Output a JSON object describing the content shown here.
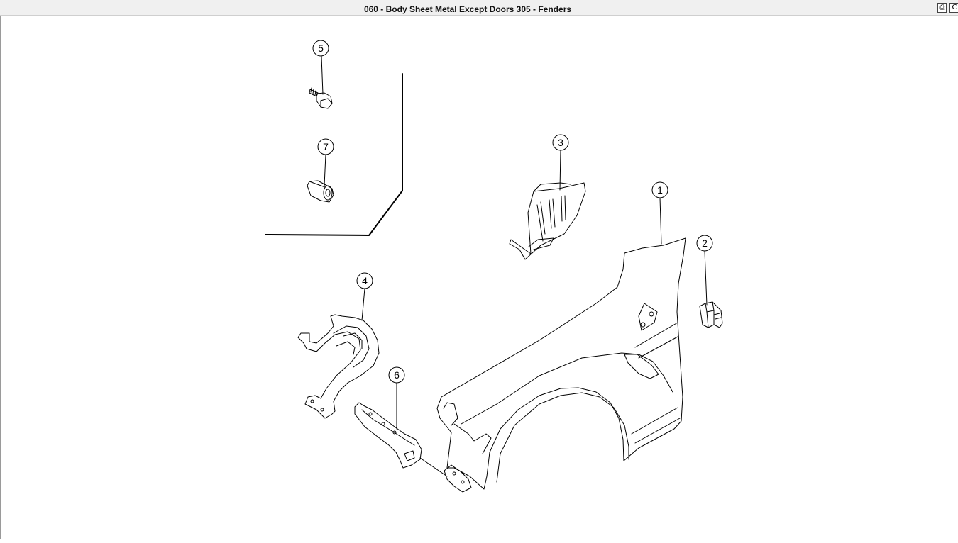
{
  "window": {
    "title": "060 - Body Sheet Metal Except Doors 305 - Fenders",
    "buttons": [
      {
        "name": "print-button",
        "icon": "printer-icon",
        "glyph": "⎙"
      },
      {
        "name": "close-button",
        "icon": "partial-button-icon",
        "glyph": "C"
      }
    ]
  },
  "diagram": {
    "callouts": [
      {
        "number": "1",
        "part": "fender"
      },
      {
        "number": "2",
        "part": "bracket"
      },
      {
        "number": "3",
        "part": "shield"
      },
      {
        "number": "4",
        "part": "splash-shield"
      },
      {
        "number": "5",
        "part": "bolt"
      },
      {
        "number": "6",
        "part": "fender-bracket"
      },
      {
        "number": "7",
        "part": "nut"
      }
    ]
  }
}
